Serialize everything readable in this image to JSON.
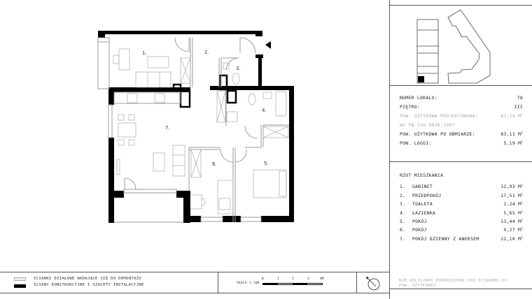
{
  "plan": {
    "rooms_labels": [
      "1.",
      "2.",
      "3.",
      "4.",
      "5.",
      "6.",
      "7."
    ],
    "entrance_marker": "entrance-arrow"
  },
  "info": {
    "rows": [
      {
        "label": "NUMER LOKALU:",
        "value": "78",
        "muted": false
      },
      {
        "label": "PIĘTRO:",
        "value": "III",
        "muted": false
      },
      {
        "label": "POW. UŻYTKOWA PROJEKTOWANA:",
        "value": "83,14 M",
        "unit_sup": "2",
        "muted": true
      },
      {
        "label": "WG PN-ISO 9836:1997",
        "value": "",
        "muted": true
      },
      {
        "label": "POW. UŻYTKOWA PO OBMIARZE:",
        "value": "83,11 M",
        "unit_sup": "2",
        "muted": false
      },
      {
        "label": "POW. LOGGI:",
        "value": "5,19 M",
        "unit_sup": "2",
        "muted": false
      }
    ]
  },
  "rooms": {
    "title": "RZUT MIESZKANIA",
    "items": [
      {
        "num": "1.",
        "name": "GABINET",
        "area": "12,93 M"
      },
      {
        "num": "2.",
        "name": "PRZEDPOKÓJ",
        "area": "17,51 M"
      },
      {
        "num": "3.",
        "name": "TOALETA",
        "area": "2,24 M"
      },
      {
        "num": "4.",
        "name": "ŁAZIENKA",
        "area": "5,65 M"
      },
      {
        "num": "5.",
        "name": "POKÓJ",
        "area": "13,44 M"
      },
      {
        "num": "6.",
        "name": "POKÓJ",
        "area": "9,27 M"
      },
      {
        "num": "7.",
        "name": "POKÓJ DZIENNY Z ANEKSEM",
        "area": "22,10 M"
      }
    ],
    "unit_sup": "2"
  },
  "footnote": {
    "line1": "NIE DOLICZAMY POWIERZCHNI POD ŚCIANAMI DO",
    "line2": "POW. UŻYTKOWEJ"
  },
  "legend": {
    "light_walls": "ŚCIANKI DZIAŁOWE NADAJĄCE SIĘ DO DEMONTAŻU",
    "structural_walls": "ŚCIANY KONSTRUKCYJNE I SZACHTY INSTALACYJNE"
  },
  "scale": {
    "label": "SKALA 1:100",
    "ticks": [
      "0",
      "1",
      "2",
      "3",
      "4M"
    ]
  },
  "compass": {
    "icon": "north-arrow-icon"
  },
  "colors": {
    "wall": "#000000",
    "light_wall": "#cccccc",
    "frame": "#555555",
    "muted_text": "#aaaaaa"
  }
}
